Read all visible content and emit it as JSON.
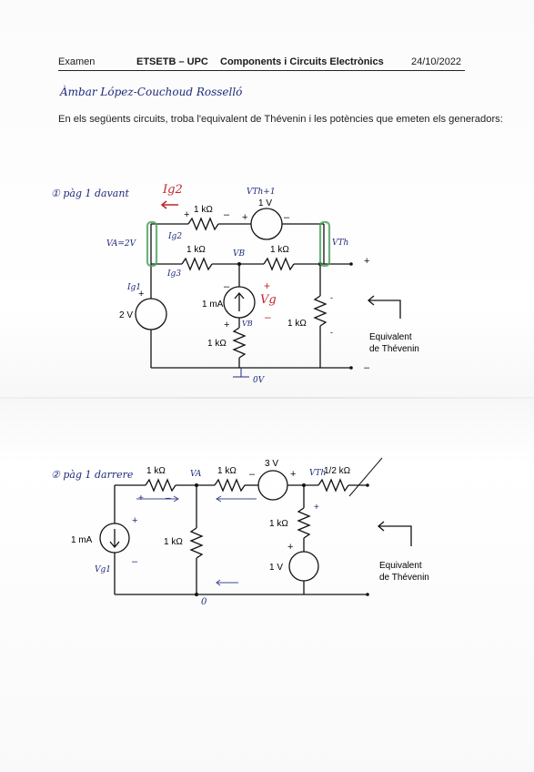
{
  "header": {
    "left": "Examen",
    "school": "ETSETB – UPC",
    "course": "Components i Circuits Electrònics",
    "date": "24/10/2022"
  },
  "handwritten_name": "Àmbar López-Couchoud Rosselló",
  "instruction": "En els següents circuits, troba l'equivalent de Thévenin i les potències que emeten els generadors:",
  "circuit1": {
    "note": "① pàg 1 davant",
    "r_top": "1 kΩ",
    "v_top": "1 V",
    "r_mid_left": "1 kΩ",
    "r_mid_right": "1 kΩ",
    "r_right": "1 kΩ",
    "r_bottom": "1 kΩ",
    "v_source": "2 V",
    "i_source": "1 mA",
    "equiv_label_1": "Equivalent",
    "equiv_label_2": "de Thévenin",
    "ann": {
      "ig2": "Ig2",
      "vth": "VTh+1",
      "va": "VA=2V",
      "vb": "VB",
      "vth2": "VTh",
      "ig1": "Ig1",
      "ig3": "Ig3",
      "ig2b": "Ig2",
      "vg": "Vg",
      "vb2": "VB",
      "zero": "0V"
    }
  },
  "circuit2": {
    "note": "② pàg 1 darrere",
    "r_top_left": "1 kΩ",
    "r_top_mid": "1 kΩ",
    "v_top": "3 V",
    "r_top_right": "1/2 kΩ",
    "r_mid": "1 kΩ",
    "r_right": "1 kΩ",
    "v_source": "1 V",
    "i_source": "1 mA",
    "equiv_label_1": "Equivalent",
    "equiv_label_2": "de Thévenin",
    "ann": {
      "va": "VA",
      "vth": "VTh",
      "vg": "Vg1",
      "zero": "0"
    }
  }
}
